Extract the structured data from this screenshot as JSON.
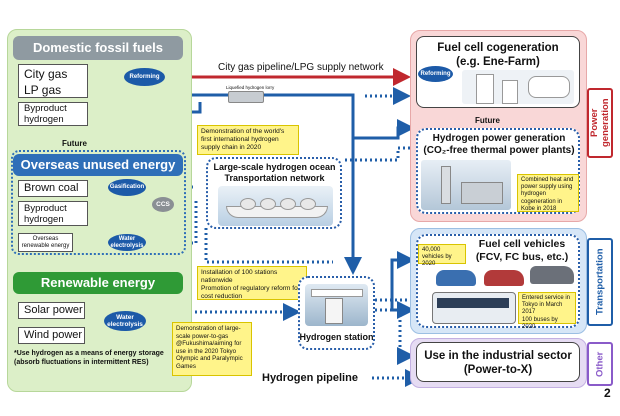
{
  "domestic": {
    "title": "Domestic fossil fuels",
    "city_gas": "City gas",
    "lp_gas": "LP gas",
    "byproduct": "Byproduct\nhydrogen",
    "reforming": "Reforming"
  },
  "pipeline_label": "City gas pipeline/LPG supply network",
  "lorry_label": "Liquefied hydrogen lorry",
  "future_left": "Future",
  "overseas": {
    "title": "Overseas unused energy",
    "brown_coal": "Brown coal",
    "byproduct": "Byproduct\nhydrogen",
    "gasification": "Gasification",
    "ccs": "CCS",
    "renewable": "Overseas\nrenewable energy",
    "electrolysis": "Water\nelectrolysis"
  },
  "renewable": {
    "title": "Renewable energy",
    "solar": "Solar power",
    "wind": "Wind power",
    "electrolysis": "Water\nelectrolysis",
    "note": "*Use hydrogen as a means of energy storage (absorb fluctuations in intermittent RES)"
  },
  "ocean": {
    "callout": "Demonstration of the world's first international hydrogen supply chain in 2020",
    "title": "Large-scale hydrogen ocean Transportation network"
  },
  "station": {
    "callout_1": "Installation of 100 stations nationwide",
    "callout_2": "Promotion of regulatory reform for cost reduction",
    "title": "Hydrogen station"
  },
  "p2g_callout": "Demonstration of large-scale power-to-gas @Fukushima/aiming for use in the 2020 Tokyo Olympic and Paralympic Games",
  "legend": "Hydrogen pipeline",
  "cogen": {
    "title_1": "Fuel cell cogeneration",
    "title_2": "(e.g. Ene-Farm)",
    "reforming": "Reforming",
    "future": "Future"
  },
  "power_gen": {
    "title_1": "Hydrogen power generation",
    "title_2": "(CO₂-free thermal power plants)",
    "callout": "Combined heat and power supply using hydrogen cogeneration in Kobe in 2018"
  },
  "side_power": "Power\ngeneration",
  "vehicles": {
    "callout_1": "40,000 vehicles by 2020",
    "title_1": "Fuel cell vehicles",
    "title_2": "(FCV, FC bus, etc.)",
    "callout_2": "Entered service in Tokyo in March 2017",
    "callout_3": "100 buses by 2020"
  },
  "side_transport": "Transportation",
  "industrial": {
    "title_1": "Use in the industrial sector",
    "title_2": "(Power-to-X)"
  },
  "side_other": "Other",
  "page_number": "2",
  "colors": {
    "green_panel": "#dcefc8",
    "blue_head": "#2f6fb8",
    "green_head": "#2f9a36",
    "grey_head": "#8f9aa1",
    "red_arrow": "#c0282e",
    "blue_arrow": "#1f5ea8",
    "yellow_callout": "#fff48a",
    "power_panel": "#f9d7d7",
    "transport_panel": "#d6e6f7",
    "other_panel": "#e6dcf3"
  }
}
